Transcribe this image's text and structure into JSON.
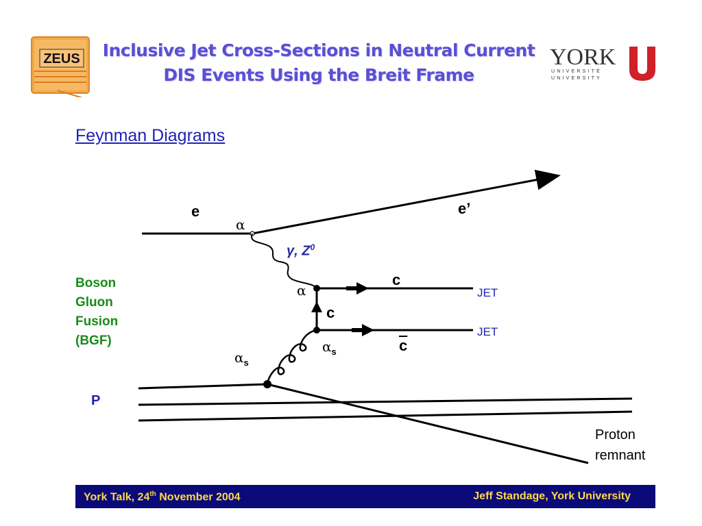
{
  "header": {
    "title_line1": "Inclusive Jet Cross-Sections in Neutral Current",
    "title_line2": "DIS Events Using the Breit Frame",
    "zeus_logo_text": "ZEUS",
    "york_logo_text": "YORK",
    "york_logo_sub1": "UNIVERSITÉ",
    "york_logo_sub2": "UNIVERSITY",
    "york_logo_mark": "U"
  },
  "slide": {
    "subtitle": "Feynman Diagrams"
  },
  "diagram": {
    "electron_in": "e",
    "electron_out": "e’",
    "coupling_top": "α",
    "boson": "γ, Z",
    "boson_sup": "0",
    "coupling_mid": "α",
    "quark_c_top": "c",
    "quark_c_mid": "c",
    "quark_cbar": "c",
    "jet_top": "JET",
    "jet_bottom": "JET",
    "coupling_s_right": "α",
    "coupling_s_right_sub": "s",
    "coupling_s_left": "α",
    "coupling_s_left_sub": "s",
    "proton": "P",
    "remnant_line1": "Proton",
    "remnant_line2": "remnant",
    "process_line1": "Boson",
    "process_line2": "Gluon",
    "process_line3": "Fusion",
    "process_line4": "(BGF)"
  },
  "footer": {
    "left_pre": "York Talk, 24",
    "left_sup": "th",
    "left_post": " November 2004",
    "right": "Jeff Standage, York University"
  },
  "colors": {
    "title": "#5b4fd4",
    "subtitle": "#1f22b5",
    "bgf": "#1a8a1a",
    "footer_bg": "#0a0a78",
    "footer_text": "#ffd84a",
    "boson_label": "#2a2aa0"
  }
}
